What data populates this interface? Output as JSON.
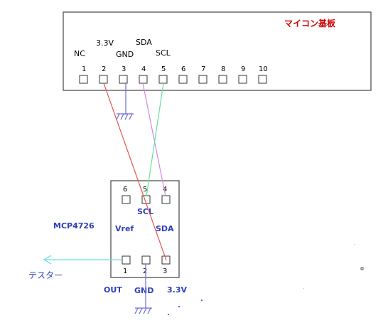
{
  "board": {
    "title": "マイコン基板",
    "pin_numbers": [
      "1",
      "2",
      "3",
      "4",
      "5",
      "6",
      "7",
      "8",
      "9",
      "10"
    ],
    "labels": {
      "nc": "NC",
      "v33": "3.3V",
      "gnd": "GND",
      "sda": "SDA",
      "scl": "SCL"
    }
  },
  "chip": {
    "name": "MCP4726",
    "top_pins": [
      "6",
      "5",
      "4"
    ],
    "bottom_pins": [
      "1",
      "2",
      "3"
    ],
    "inner_labels": {
      "scl": "SCL",
      "vref": "Vref",
      "sda": "SDA"
    },
    "bottom_labels": {
      "out": "OUT",
      "gnd": "GND",
      "v33": "3.3V"
    }
  },
  "tester": {
    "label": "テスター"
  },
  "colors": {
    "wire_3v3": "#e05a50",
    "wire_sda": "#cc88e8",
    "wire_scl": "#66e0a0",
    "wire_gnd": "#6a6ad8",
    "wire_out": "#66e0e0",
    "board_label": "#cc0000",
    "chip_label": "#2e3fb8"
  }
}
